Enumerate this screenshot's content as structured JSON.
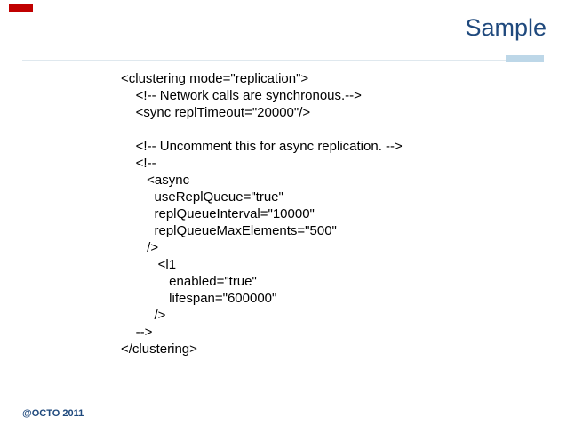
{
  "slide": {
    "title": "Sample",
    "footer": "@OCTO 2011",
    "code": {
      "language": "xml",
      "lines": [
        "<clustering mode=\"replication\">",
        "    <!-- Network calls are synchronous.-->",
        "    <sync replTimeout=\"20000\"/>",
        "",
        "    <!-- Uncomment this for async replication. -->",
        "    <!--",
        "       <async",
        "         useReplQueue=\"true\"",
        "         replQueueInterval=\"10000\"",
        "         replQueueMaxElements=\"500\"",
        "       />",
        "          <l1",
        "             enabled=\"true\"",
        "             lifespan=\"600000\"",
        "         />",
        "    -->",
        "</clustering>"
      ]
    },
    "colors": {
      "title": "#1F497D",
      "footer": "#1F497D",
      "code_text": "#000000",
      "accent_bar_red": "#C00000",
      "rule_line": "#A3BCCD",
      "rule_highlight": "#BDD7E8"
    }
  }
}
